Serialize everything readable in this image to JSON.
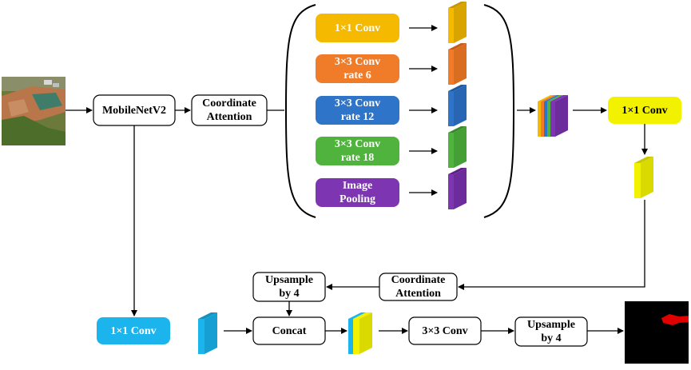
{
  "nodes": {
    "backbone": "MobileNetV2",
    "ca_top": "Coordinate\nAttention",
    "aspp_conv1": "1×1 Conv",
    "aspp_rate6": "3×3 Conv\nrate 6",
    "aspp_rate12": "3×3 Conv\nrate 12",
    "aspp_rate18": "3×3 Conv\nrate 18",
    "aspp_pool": "Image\nPooling",
    "head_conv1": "1×1 Conv",
    "ca_bottom": "Coordinate\nAttention",
    "upsample_top": "Upsample\nby 4",
    "low_conv1": "1×1 Conv",
    "concat": "Concat",
    "conv3": "3×3 Conv",
    "upsample_bottom": "Upsample\nby 4"
  },
  "colors": {
    "conv1_orange": "#F5BA00",
    "rate6_orange": "#F07C2A",
    "rate12_blue": "#2E74C9",
    "rate18_green": "#4FB33D",
    "pool_purple": "#7E35B1",
    "yellow": "#F2F200",
    "cyan": "#1CB4EC",
    "output_bg": "#000000",
    "output_blob": "#E00000"
  },
  "icons": {
    "input_image": "aerial-landscape-image",
    "output_mask": "segmentation-mask-image"
  }
}
